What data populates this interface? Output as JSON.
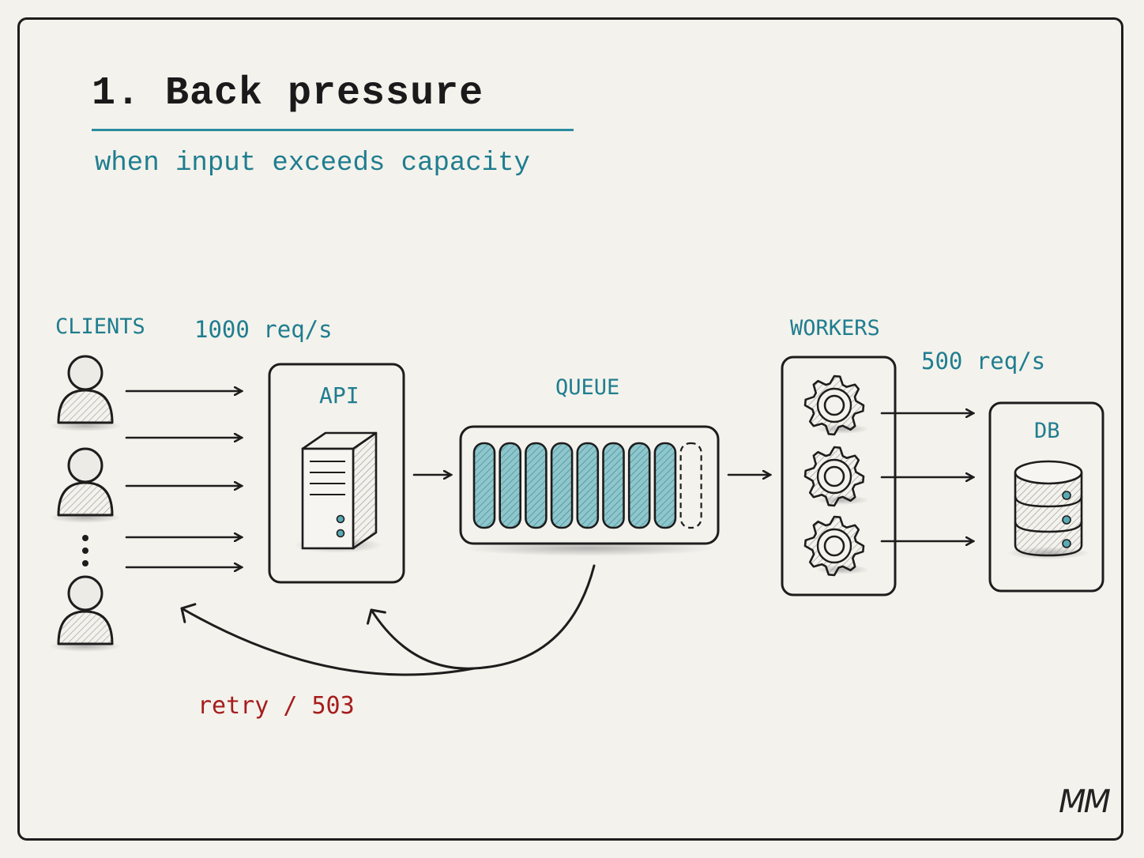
{
  "title": "1. Back pressure",
  "subtitle": "when input exceeds capacity",
  "labels": {
    "clients": "CLIENTS",
    "input_rate": "1000 req/s",
    "api": "API",
    "queue": "QUEUE",
    "workers": "WORKERS",
    "output_rate": "500 req/s",
    "db": "DB",
    "feedback": "retry / 503"
  },
  "signature": "MM",
  "queue": {
    "slots_total": 9,
    "slots_filled": 8
  },
  "colors": {
    "accent": "#1f7d8f",
    "error": "#a51d1d",
    "ink": "#1d1d1d",
    "paper": "#f4f2ec"
  }
}
